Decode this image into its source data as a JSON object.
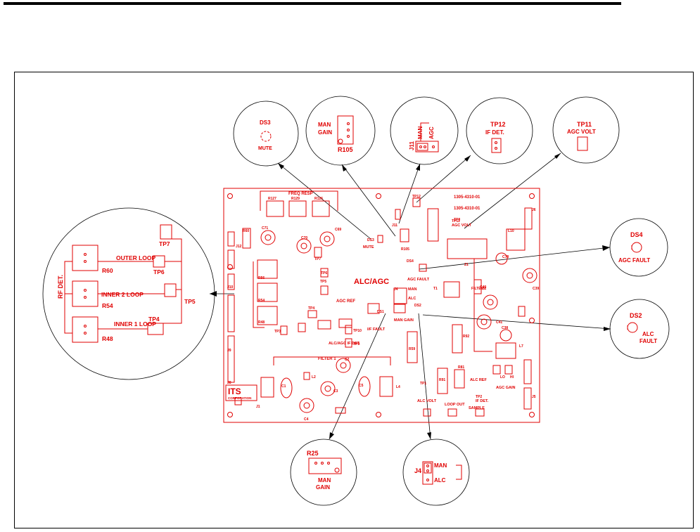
{
  "board": {
    "title": "ALC/AGC",
    "part_number_1": "1305-4310-01",
    "part_number_2": "1305-4310-01",
    "freq_resp": "FREQ RESP",
    "filter_label": "FILTER 1",
    "rf_det": "RF DET.",
    "agc_ref": "AGC REF",
    "agc_fault": "AGC FAULT",
    "alc_fault": "ALC FAULT",
    "if_fault": "I/F FAULT",
    "man_gain": "MAN GAIN",
    "man": "MAN",
    "alc": "ALC",
    "mute": "MUTE",
    "logo": "ITS",
    "logo_sub": "CORPORATION",
    "alc_ref": "ALC REF",
    "agc_gain": "AGC GAIN",
    "alc_volt": "ALC VOLT",
    "if_det": "IF DET.",
    "loop_out": "LOOP OUT",
    "sample": "SAMPLE",
    "agc_volt": "AGC VOLT",
    "alc_agc_if": "ALC/AGC IF DET.",
    "parts": [
      "R127",
      "R129",
      "R126",
      "C71",
      "C70",
      "C69",
      "R105",
      "R56",
      "R54",
      "R48",
      "R60",
      "R59",
      "R81",
      "R91",
      "R92",
      "C40",
      "C41",
      "C39",
      "C38",
      "C78",
      "T1",
      "L7",
      "L10",
      "L5",
      "L4",
      "L2",
      "C1",
      "C2",
      "C3",
      "C4",
      "C5",
      "Z1",
      "DS3",
      "DS4",
      "DS2",
      "DS1",
      "J1",
      "J4",
      "J5",
      "J6",
      "J8",
      "J9",
      "J10",
      "J11",
      "J12",
      "TP1",
      "TP2",
      "TP3",
      "TP4",
      "TP5",
      "TP6",
      "TP7",
      "TP8",
      "TP9",
      "TP10",
      "TP11",
      "TP12",
      "LO",
      "HI",
      "FILTER 2"
    ]
  },
  "callouts": {
    "rf_loops": {
      "rf_det": "RF DET.",
      "outer_loop": "OUTER LOOP",
      "inner2_loop": "INNER 2 LOOP",
      "inner1_loop": "INNER 1 LOOP",
      "r60": "R60",
      "r54": "R54",
      "r48": "R48",
      "tp4": "TP4",
      "tp5": "TP5",
      "tp6": "TP6",
      "tp7": "TP7"
    },
    "ds3": {
      "ref": "DS3",
      "label": "MUTE"
    },
    "r105": {
      "ref": "R105",
      "label": "MAN GAIN"
    },
    "j11": {
      "ref": "J11",
      "man": "MAN",
      "agc": "AGC"
    },
    "tp12": {
      "ref": "TP12",
      "label": "IF DET."
    },
    "tp11": {
      "ref": "TP11",
      "label": "AGC VOLT"
    },
    "ds4": {
      "ref": "DS4",
      "label": "AGC FAULT"
    },
    "ds2": {
      "ref": "DS2",
      "label1": "ALC",
      "label2": "FAULT"
    },
    "r25": {
      "ref": "R25",
      "label": "MAN GAIN"
    },
    "j4": {
      "ref": "J4",
      "man": "MAN",
      "alc": "ALC"
    }
  },
  "colors": {
    "trace": "#e00000",
    "line": "#000000"
  }
}
